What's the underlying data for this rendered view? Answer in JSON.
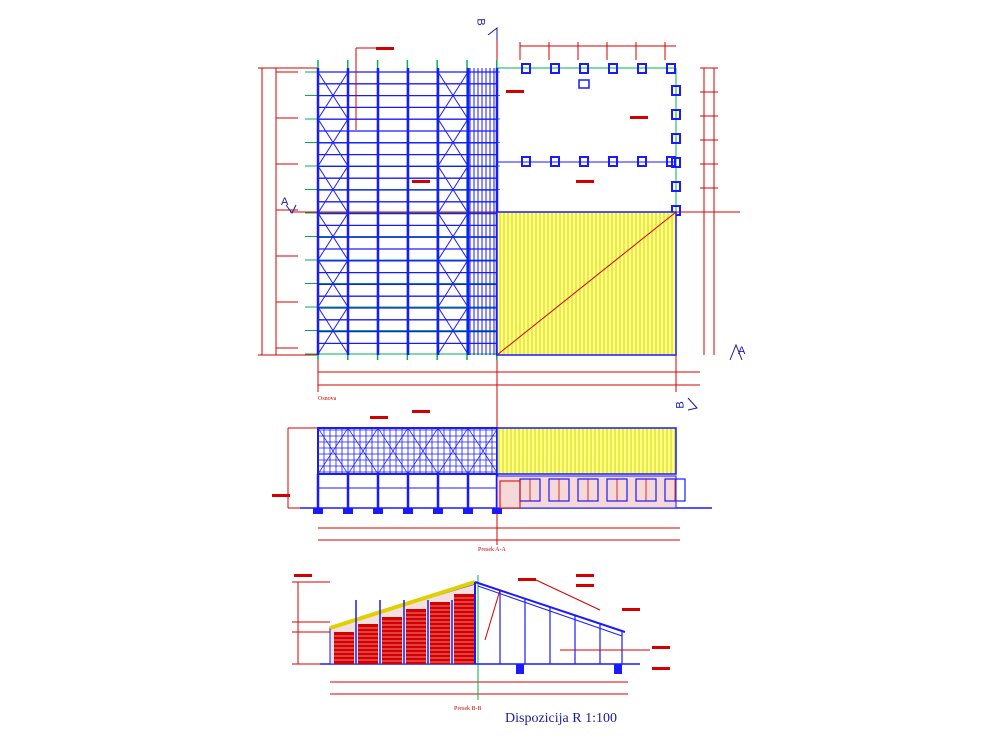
{
  "drawing": {
    "title": "Dispozicija  R 1:100",
    "views": [
      {
        "name": "plan",
        "caption": "Osnova"
      },
      {
        "name": "section-a",
        "caption": "Presek A-A"
      },
      {
        "name": "section-b",
        "caption": "Presek B-B"
      }
    ],
    "section_marks": {
      "a": "A",
      "b": "B"
    },
    "colors": {
      "structure": "#1a1aff",
      "grid": "#00b050",
      "dimension": "#d40000",
      "roof_fill": "#ffff80",
      "roof_lines": "#c8c800",
      "brick": "#d40000",
      "text": "#1a1aa0"
    }
  }
}
